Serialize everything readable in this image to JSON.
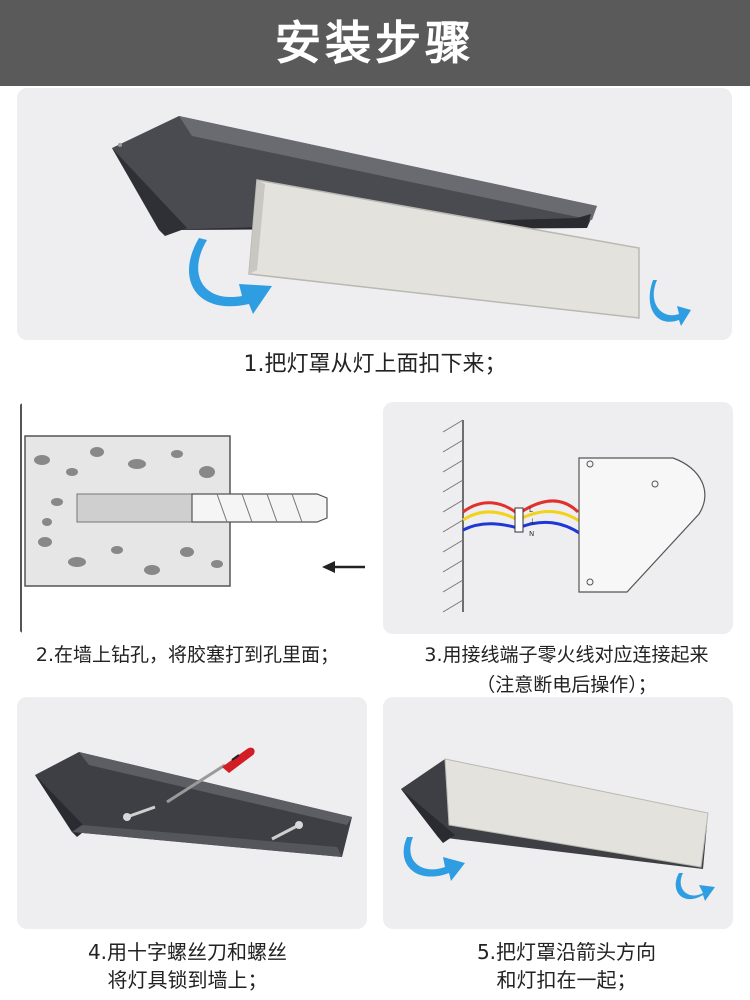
{
  "header": {
    "title": "安装步骤"
  },
  "steps": [
    {
      "caption_line1": "1.把灯罩从灯上面扣下来；"
    },
    {
      "caption_line1": "2.在墙上钻孔，将胶塞打到孔里面；"
    },
    {
      "caption_line1": "3.用接线端子零火线对应连接起来",
      "caption_line2": "（注意断电后操作）；"
    },
    {
      "caption_line1": "4.用十字螺丝刀和螺丝",
      "caption_line2": "将灯具锁到墙上；"
    },
    {
      "caption_line1": "5.把灯罩沿箭头方向",
      "caption_line2": "和灯扣在一起；"
    }
  ],
  "wiring_labels": {
    "live": "L",
    "earth": "⏚",
    "neutral": "N"
  },
  "colors": {
    "header_bg": "#5a5a5a",
    "panel_bg": "#eeeef1",
    "lamp_body": "#3e3f44",
    "cover": "#e3e2dc",
    "arrow_blue": "#2f9de2",
    "wire_red": "#e0312b",
    "wire_yellow": "#f2d21b",
    "wire_blue": "#1f37d6"
  }
}
